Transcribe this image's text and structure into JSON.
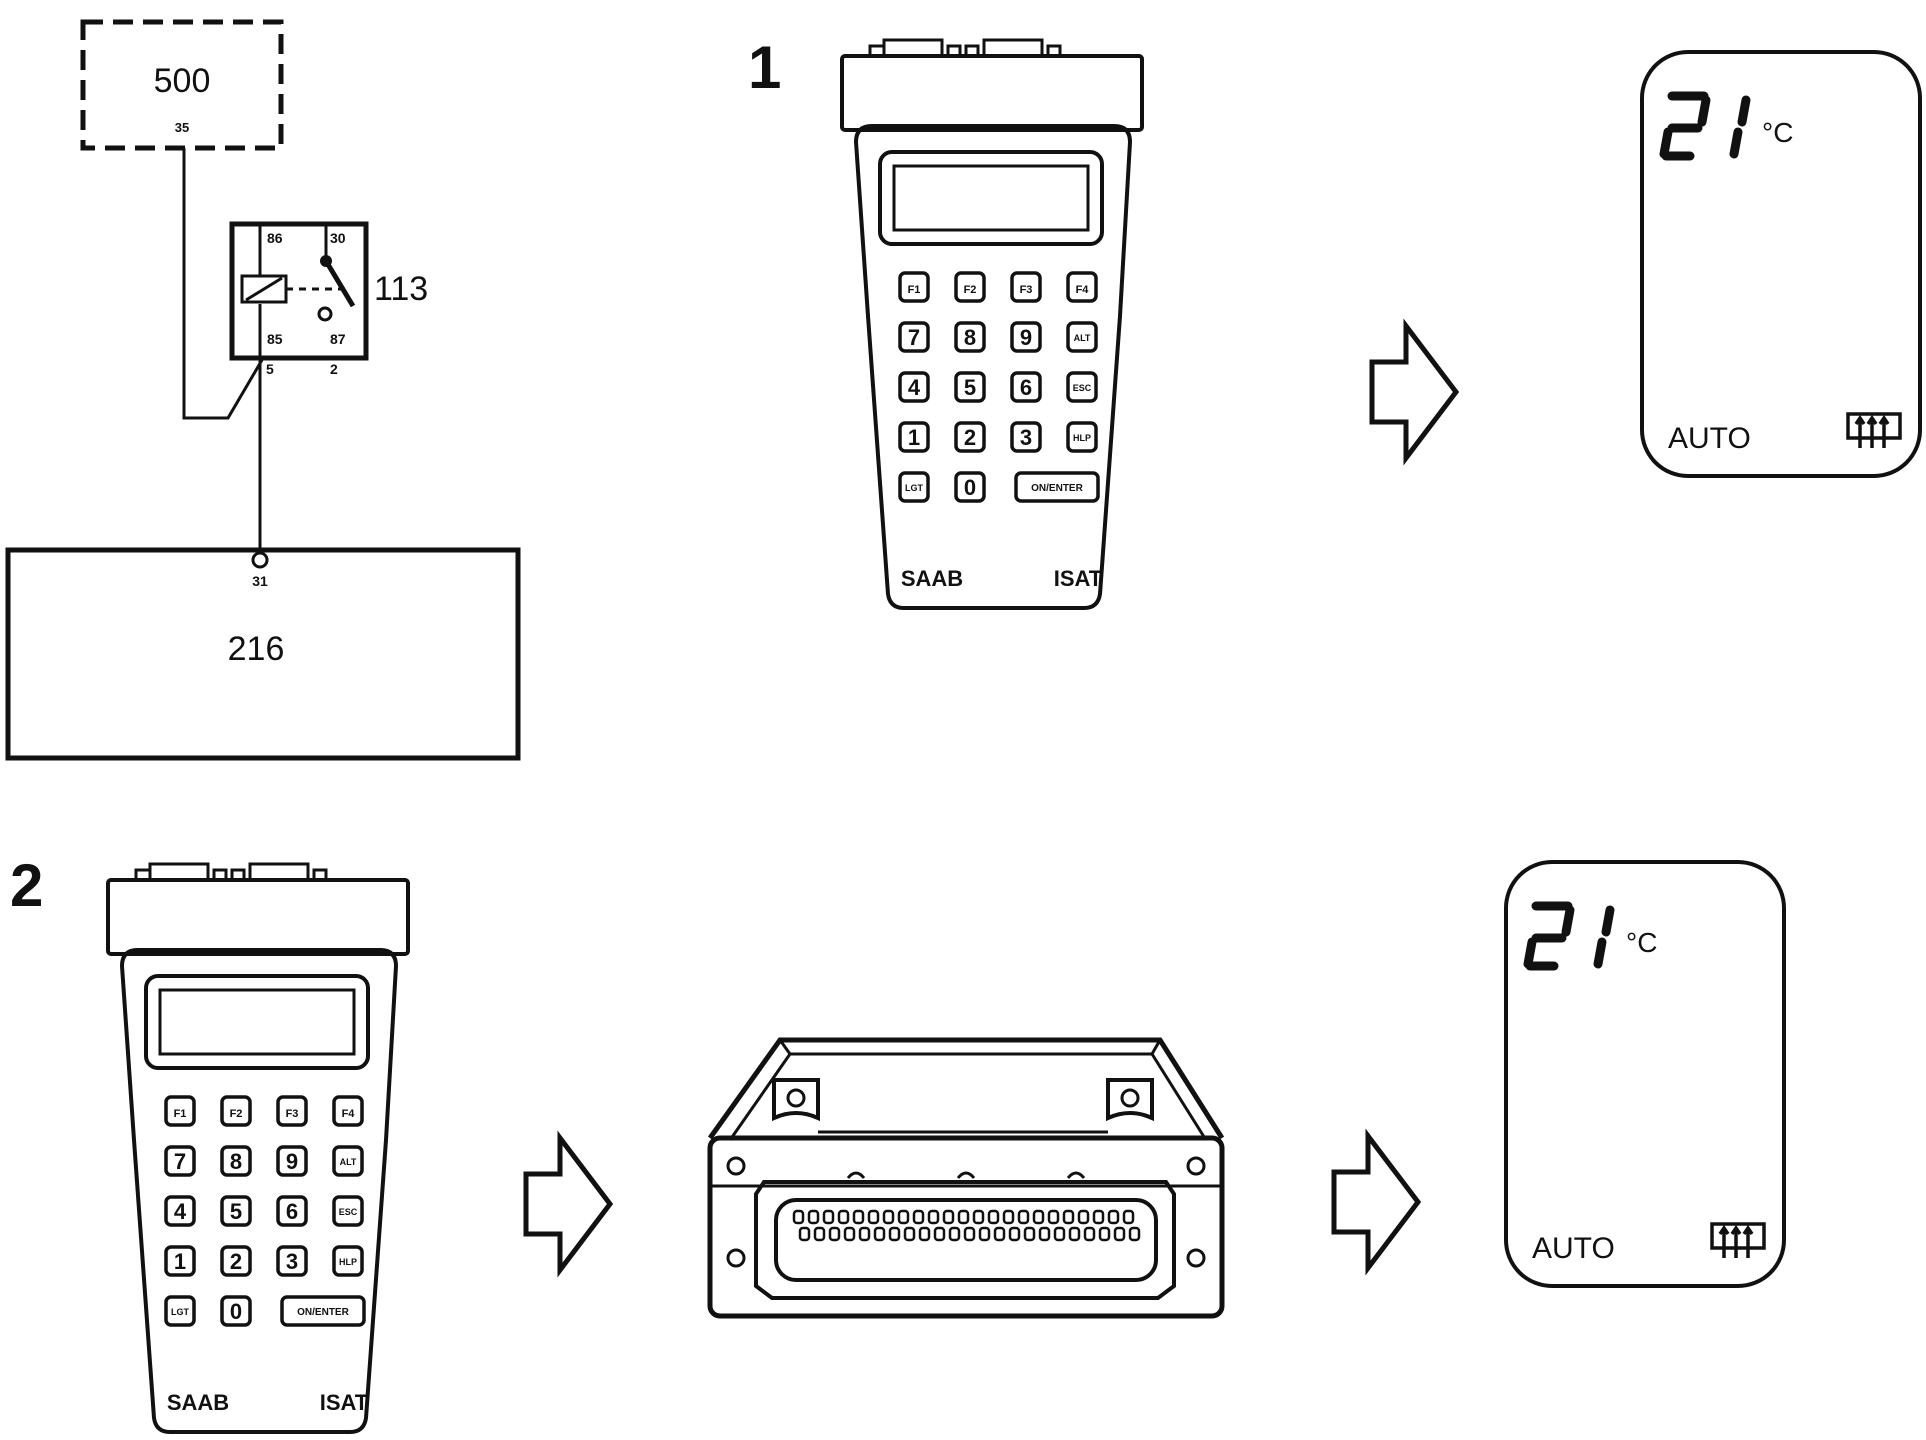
{
  "steps": [
    "1",
    "2"
  ],
  "schematic": {
    "box_500": {
      "label": "500",
      "pin": "35"
    },
    "relay": {
      "label": "113",
      "pins": {
        "p86": "86",
        "p30": "30",
        "p85": "85",
        "p87": "87"
      },
      "conn": {
        "left": "5",
        "right": "2"
      }
    },
    "box_216": {
      "label": "216",
      "pin": "31"
    }
  },
  "tester": {
    "brand": "SAAB",
    "model": "ISAT",
    "keys": [
      [
        "F1",
        "F2",
        "F3",
        "F4"
      ],
      [
        "7",
        "8",
        "9",
        "ALT"
      ],
      [
        "4",
        "5",
        "6",
        "ESC"
      ],
      [
        "1",
        "2",
        "3",
        "HLP"
      ],
      [
        "LGT",
        "0",
        "ON/ENTER"
      ]
    ]
  },
  "display": {
    "temp": "21",
    "unit": "°C",
    "mode": "AUTO",
    "icon": "rear-defrost-icon"
  }
}
